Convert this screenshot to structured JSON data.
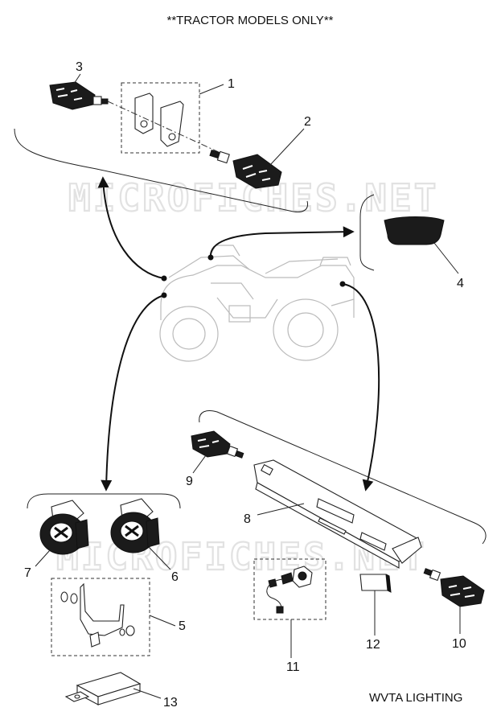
{
  "header": {
    "title": "**TRACTOR MODELS ONLY**"
  },
  "footer": {
    "caption": "WVTA LIGHTING"
  },
  "watermark": {
    "text": "MICROFICHES.NET"
  },
  "callouts": [
    "1",
    "2",
    "3",
    "4",
    "5",
    "6",
    "7",
    "8",
    "9",
    "10",
    "11",
    "12",
    "13"
  ]
}
